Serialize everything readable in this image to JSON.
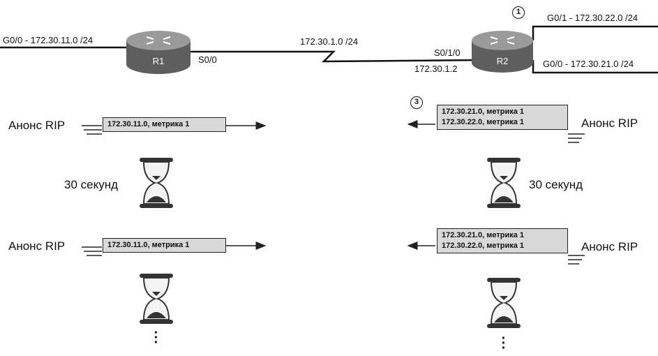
{
  "routers": [
    {
      "name": "R1"
    },
    {
      "name": "R2"
    }
  ],
  "links": {
    "r1_lan": "G0/0 - 172.30.11.0 /24",
    "serial_net": "172.30.1.0 /24",
    "r1_serial": "S0/0",
    "r2_serial": "S0/1/0",
    "r2_serial_ip": "172.30.1.2",
    "r2_lan_g01": "G0/1 - 172.30.22.0 /24",
    "r2_lan_g00": "G0/0 - 172.30.21.0 /24"
  },
  "steps": {
    "one": "1",
    "three": "3"
  },
  "updates": {
    "left": {
      "label": "Анонс RIP",
      "route": "172.30.11.0, метрика 1",
      "timer": "30 секунд"
    },
    "right": {
      "label": "Анонс RIP",
      "routes": [
        "172.30.21.0, метрика 1",
        "172.30.22.0, метрика 1"
      ],
      "timer": "30 секунд"
    }
  },
  "colors": {
    "router_body": "#6b6b6b",
    "update_box": "#d9d9d9",
    "hourglass_sand": "#333333"
  }
}
